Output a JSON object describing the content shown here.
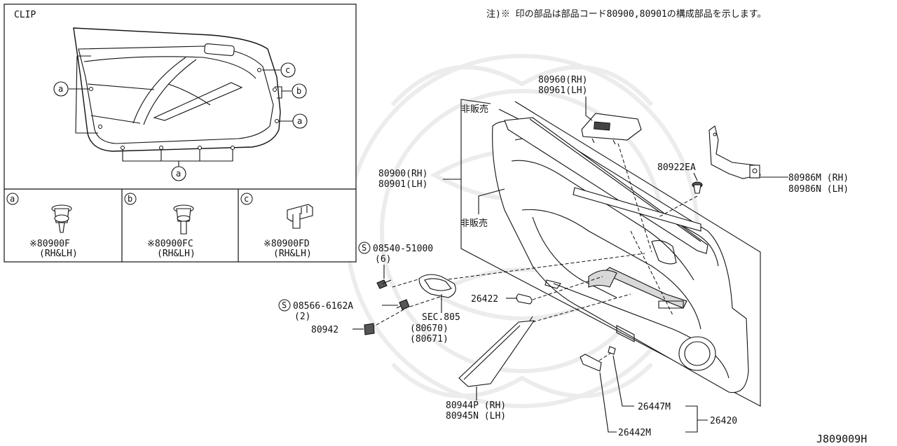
{
  "header_note": "注)※ 印の部品は部品コード80900,80901の構成部品を示します。",
  "clip_panel": {
    "title": "CLIP",
    "callouts": [
      "a",
      "a",
      "a",
      "b",
      "c"
    ],
    "clips": [
      {
        "letter": "a",
        "part": "※80900F",
        "note": "(RH&LH)"
      },
      {
        "letter": "b",
        "part": "※80900FC",
        "note": "(RH&LH)"
      },
      {
        "letter": "c",
        "part": "※80900FD",
        "note": "(RH&LH)"
      }
    ]
  },
  "labels": {
    "p80960": "80960(RH)",
    "p80961": "80961(LH)",
    "not_for_sale_1": "非販売",
    "not_for_sale_2": "非販売",
    "p80922": "80922EA",
    "p80986m": "80986M (RH)",
    "p80986n": "80986N (LH)",
    "p80900": "80900(RH)",
    "p80901": "80901(LH)",
    "screw1": "08540-51000",
    "screw1_qty": "(6)",
    "screw2": "08566-6162A",
    "screw2_qty": "(2)",
    "p26422": "26422",
    "p80942": "80942",
    "sec805": "SEC.805",
    "p80670": "(80670)",
    "p80671": "(80671)",
    "p80944": "80944P (RH)",
    "p80945": "80945N (LH)",
    "p26447": "26447M",
    "p26442": "26442M",
    "p26420": "26420",
    "s_mark": "S",
    "diagram_id": "J809009H"
  }
}
